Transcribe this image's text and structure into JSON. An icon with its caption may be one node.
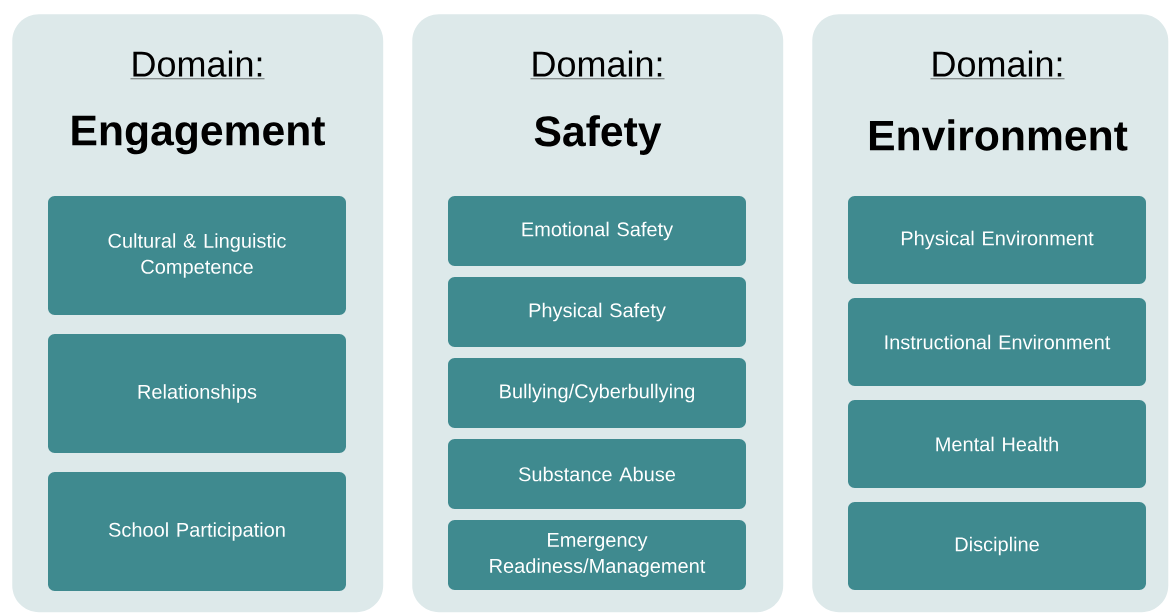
{
  "diagram": {
    "nodes": [
      {
        "text": [
          "Domain:",
          "Engagement"
        ]
      },
      {
        "text": [
          "Cultural & Linguistic Competence"
        ],
        "in": 0
      },
      {
        "text": [
          "Relationships"
        ],
        "in": 0
      },
      {
        "text": [
          "School Participation"
        ],
        "in": 0
      },
      {
        "text": [
          "Domain:",
          "Safety"
        ]
      },
      {
        "text": [
          "Emotional Safety"
        ],
        "in": 4
      },
      {
        "text": [
          "Physical Safety"
        ],
        "in": 4
      },
      {
        "text": [
          "Bullying/Cyberbullying"
        ],
        "in": 4
      },
      {
        "text": [
          "Substance Abuse"
        ],
        "in": 4
      },
      {
        "text": [
          "Emergency Readiness/Management"
        ],
        "in": 4
      },
      {
        "text": [
          "Domain:",
          "Environment"
        ]
      },
      {
        "text": [
          "Physical Environment"
        ],
        "in": 10
      },
      {
        "text": [
          "Instructional Environment"
        ],
        "in": 10
      },
      {
        "text": [
          "Mental Health"
        ],
        "in": 10
      },
      {
        "text": [
          "Discipline"
        ],
        "in": 10
      }
    ]
  }
}
